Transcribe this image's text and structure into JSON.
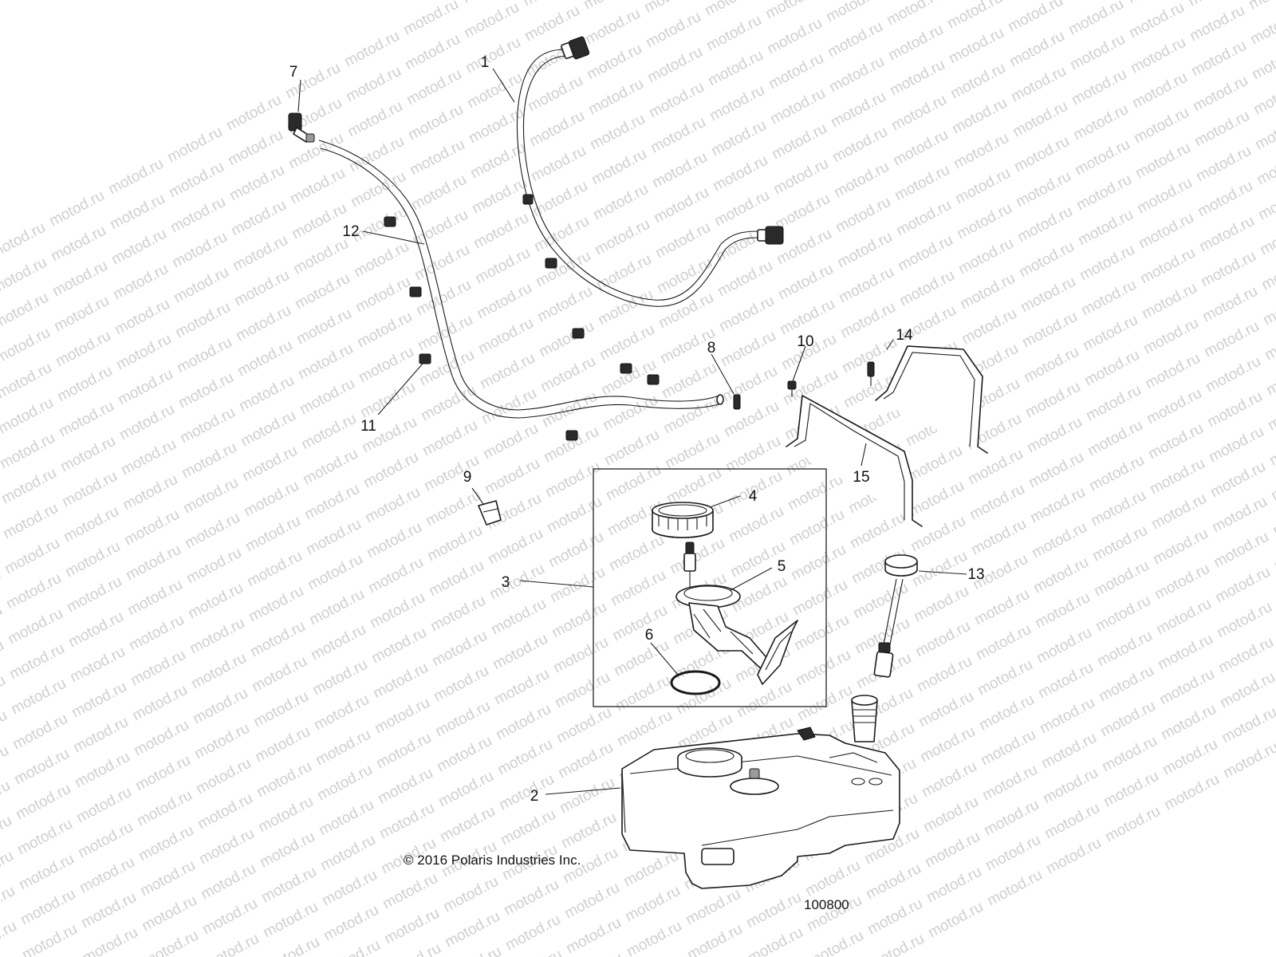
{
  "watermark": {
    "text": "motod.ru"
  },
  "callouts": [
    {
      "id": "1",
      "text": "1"
    },
    {
      "id": "2",
      "text": "2"
    },
    {
      "id": "3",
      "text": "3"
    },
    {
      "id": "4",
      "text": "4"
    },
    {
      "id": "5",
      "text": "5"
    },
    {
      "id": "6",
      "text": "6"
    },
    {
      "id": "7",
      "text": "7"
    },
    {
      "id": "8",
      "text": "8"
    },
    {
      "id": "9",
      "text": "9"
    },
    {
      "id": "10",
      "text": "10"
    },
    {
      "id": "11",
      "text": "11"
    },
    {
      "id": "12",
      "text": "12"
    },
    {
      "id": "13",
      "text": "13"
    },
    {
      "id": "14",
      "text": "14"
    },
    {
      "id": "15",
      "text": "15"
    }
  ],
  "copyright": "© 2016 Polaris Industries Inc.",
  "figure_number": "100800"
}
